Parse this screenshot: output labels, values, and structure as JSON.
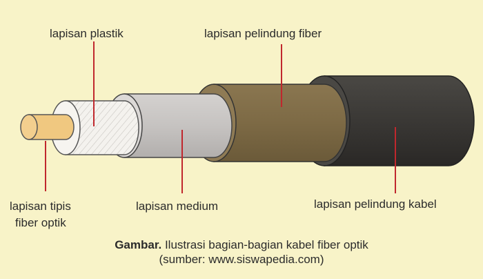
{
  "labels": {
    "plastic_layer": "lapisan plastik",
    "fiber_protective_layer": "lapisan pelindung fiber",
    "thin_fiber_layer_line1": "lapisan tipis",
    "thin_fiber_layer_line2": "fiber optik",
    "medium_layer": "lapisan medium",
    "cable_protective_layer": "lapisan pelindung kabel"
  },
  "caption": {
    "prefix": "Gambar.",
    "text": " Ilustrasi bagian-bagian kabel fiber optik",
    "source": "(sumber: www.siswapedia.com)"
  },
  "colors": {
    "background": "#f8f3c8",
    "pointer_line": "#c0272d",
    "outer_jacket": "#3a3835",
    "fiber_protective": "#7d6a45",
    "medium": "#c6c3c1",
    "plastic": "#f4f2ee",
    "core": "#f0c880"
  }
}
